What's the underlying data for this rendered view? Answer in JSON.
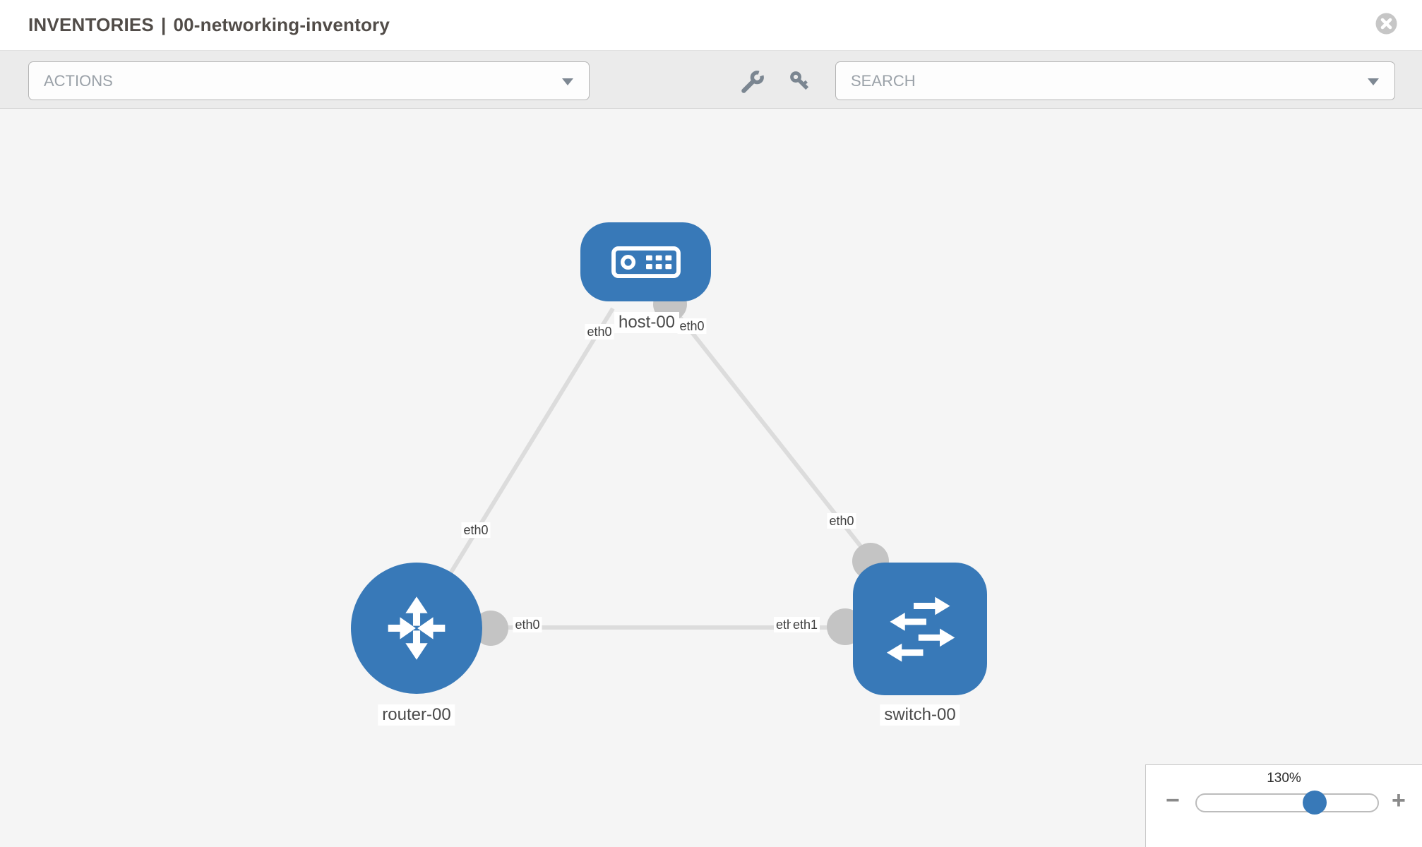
{
  "header": {
    "section": "INVENTORIES",
    "separator": "|",
    "inventory_name": "00-networking-inventory"
  },
  "toolbar": {
    "actions_label": "ACTIONS",
    "search_placeholder": "SEARCH",
    "tool_icons": [
      "wrench-icon",
      "key-icon"
    ]
  },
  "topology": {
    "nodes": [
      {
        "label": "host-00",
        "type": "host"
      },
      {
        "label": "router-00",
        "type": "router"
      },
      {
        "label": "switch-00",
        "type": "switch"
      }
    ],
    "links": [
      {
        "source": "host-00",
        "source_iface": "eth0",
        "target": "router-00",
        "target_iface": "eth0"
      },
      {
        "source": "host-00",
        "source_iface": "eth0",
        "target": "switch-00",
        "target_iface": "eth0"
      },
      {
        "source": "router-00",
        "source_iface": "eth0",
        "target": "switch-00",
        "target_iface": "eth1"
      }
    ],
    "overlapped_label": "eth0"
  },
  "zoom_control": {
    "level": "130%",
    "minus_label": "−",
    "plus_label": "+",
    "slider_percent": 65
  },
  "colors": {
    "node_fill": "#3879b8",
    "connector_dot": "#c4c4c4",
    "link_line": "#dcdcdc",
    "canvas_bg": "#f5f5f5",
    "toolbar_bg": "#ebebeb"
  }
}
